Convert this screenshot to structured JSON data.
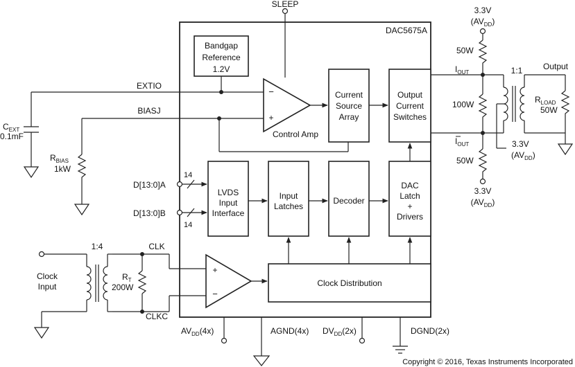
{
  "chip": {
    "name": "DAC5675A"
  },
  "blocks": {
    "bandgap": [
      "Bandgap",
      "Reference",
      "1.2V"
    ],
    "current_source": [
      "Current",
      "Source",
      "Array"
    ],
    "output_switches": [
      "Output",
      "Current",
      "Switches"
    ],
    "lvds": [
      "LVDS",
      "Input",
      "Interface"
    ],
    "input_latches": [
      "Input",
      "Latches"
    ],
    "decoder": "Decoder",
    "dac_latch": [
      "DAC",
      "Latch",
      "+",
      "Drivers"
    ],
    "clock_distribution": "Clock Distribution",
    "control_amp": "Control Amp"
  },
  "pins": {
    "sleep": "SLEEP",
    "extio": "EXTIO",
    "biasj": "BIASJ",
    "da": "D[13:0]A",
    "db": "D[13:0]B",
    "bus_width": "14",
    "clk": "CLK",
    "clkc": "CLKC",
    "iout": "I",
    "iout_sub": "OUT",
    "iout_bar": "I",
    "iout_bar_sub": "OUT",
    "avdd_base": "AV",
    "avdd_sub": "DD",
    "avdd_suffix": "(4x)",
    "agnd": "AGND(4x)",
    "dvdd_base": "DV",
    "dvdd_sub": "DD",
    "dvdd_suffix": "(2x)",
    "dgnd": "DGND(2x)"
  },
  "components": {
    "cext_base": "C",
    "cext_sub": "EXT",
    "cext_value": "0.1mF",
    "rbias_base": "R",
    "rbias_sub": "BIAS",
    "rbias_value": "1kW",
    "rt_base": "R",
    "rt_sub": "T",
    "rt_value": "200W",
    "rload_base": "R",
    "rload_sub": "LOAD",
    "rload_value": "50W",
    "r_top": "50W",
    "r_mid": "100W",
    "r_bot": "50W",
    "clock_ratio": "1:4",
    "out_ratio": "1:1",
    "supply_a": "3.3V",
    "supply_a_paren": "(AV",
    "supply_a_sub": "DD",
    "supply_a_close": ")",
    "supply_b": "3.3V",
    "supply_b_paren": "(AV",
    "supply_b_sub": "DD",
    "supply_b_close": ")",
    "supply_c": "3.3V",
    "supply_c_paren": "(AV",
    "supply_c_sub": "DD",
    "supply_c_close": ")"
  },
  "labels": {
    "clock_input": [
      "Clock",
      "Input"
    ],
    "output": "Output",
    "minus": "−",
    "plus": "+"
  },
  "copyright": "Copyright © 2016, Texas Instruments Incorporated"
}
